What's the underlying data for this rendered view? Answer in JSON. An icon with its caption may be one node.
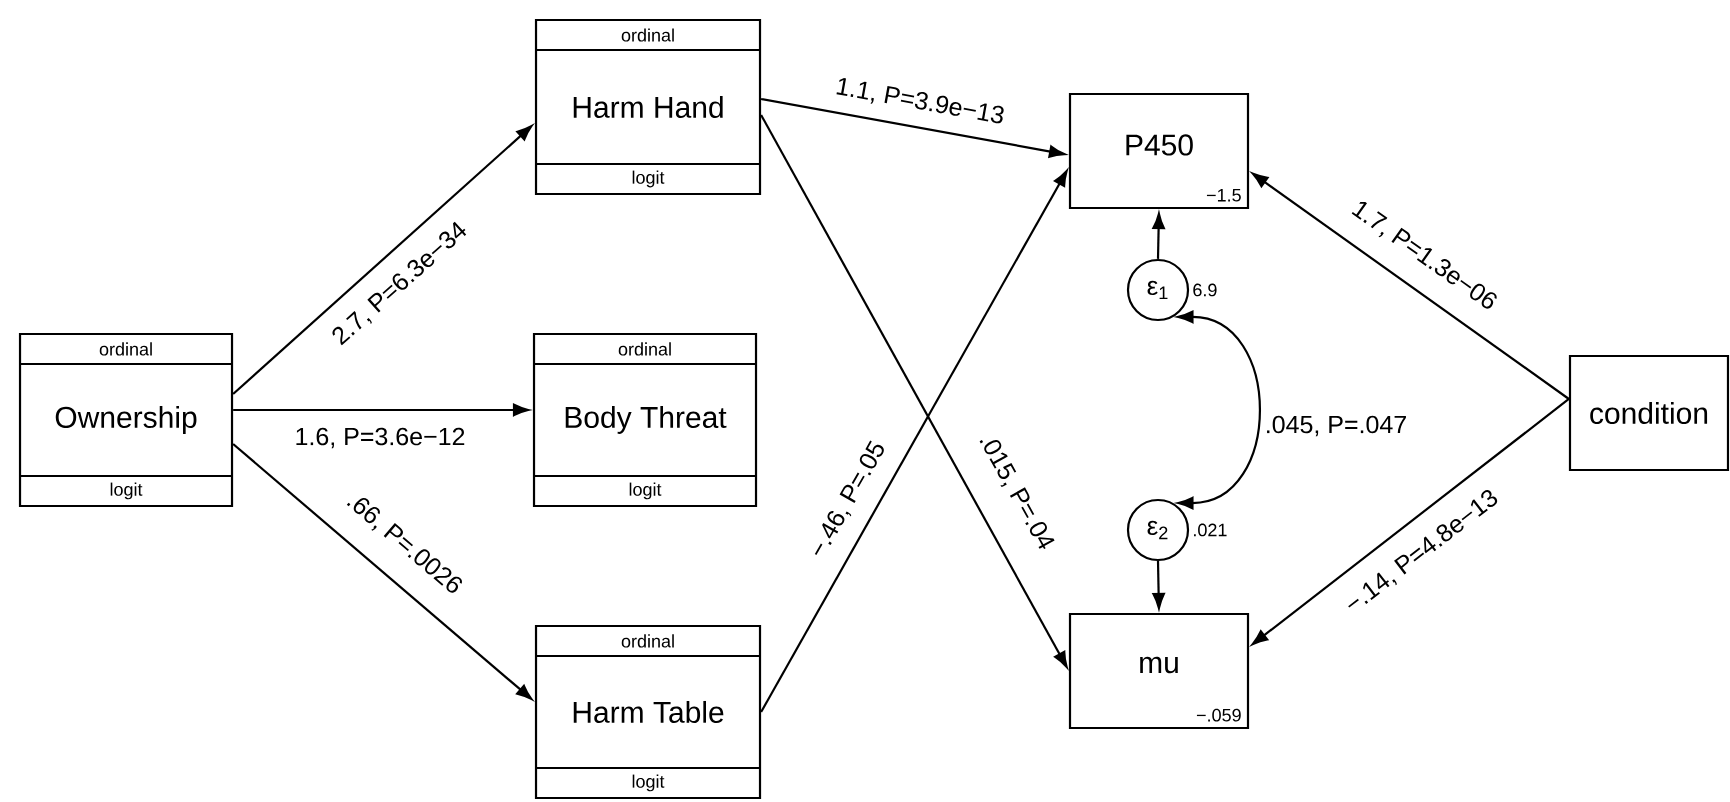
{
  "diagram": {
    "nodes": [
      {
        "text": [
          "ordinal",
          "Ownership",
          "logit"
        ]
      },
      {
        "text": [
          "ordinal",
          "Harm Hand",
          "logit"
        ]
      },
      {
        "text": [
          "ordinal",
          "Body Threat",
          "logit"
        ]
      },
      {
        "text": [
          "ordinal",
          "Harm Table",
          "logit"
        ]
      },
      {
        "text": [
          "P450",
          "−1.5"
        ]
      },
      {
        "text": [
          "mu",
          "−.059"
        ]
      },
      {
        "text": [
          "ε$_{1}$"
        ],
        "beside": [
          "6.9"
        ]
      },
      {
        "text": [
          "ε$_{2}$"
        ],
        "beside": [
          ".021"
        ]
      },
      {
        "text": [
          "condition"
        ]
      }
    ],
    "edges": [
      {
        "from": 0,
        "to": 1,
        "arrow": "to",
        "label": "2.7, P=6.3e−34"
      },
      {
        "from": 0,
        "to": 2,
        "arrow": "to",
        "label": "1.6, P=3.6e−12"
      },
      {
        "from": 0,
        "to": 3,
        "arrow": "to",
        "label": ".66, P=.0026"
      },
      {
        "from": 1,
        "to": 4,
        "arrow": "to",
        "label": "1.1, P=3.9e−13"
      },
      {
        "from": 1,
        "to": 5,
        "arrow": "to",
        "label": ".015, P=.04"
      },
      {
        "from": 3,
        "to": 4,
        "arrow": "to",
        "label": "−.46, P=.05"
      },
      {
        "from": 8,
        "to": 4,
        "arrow": "to",
        "label": "1.7, P=1.3e−06"
      },
      {
        "from": 8,
        "to": 5,
        "arrow": "to",
        "label": "−.14, P=4.8e−13"
      },
      {
        "from": 6,
        "to": 4,
        "arrow": "to"
      },
      {
        "from": 7,
        "to": 5,
        "arrow": "to"
      },
      {
        "from": 6,
        "to": 7,
        "arrow": "both",
        "label": ".045, P=.047"
      }
    ]
  }
}
